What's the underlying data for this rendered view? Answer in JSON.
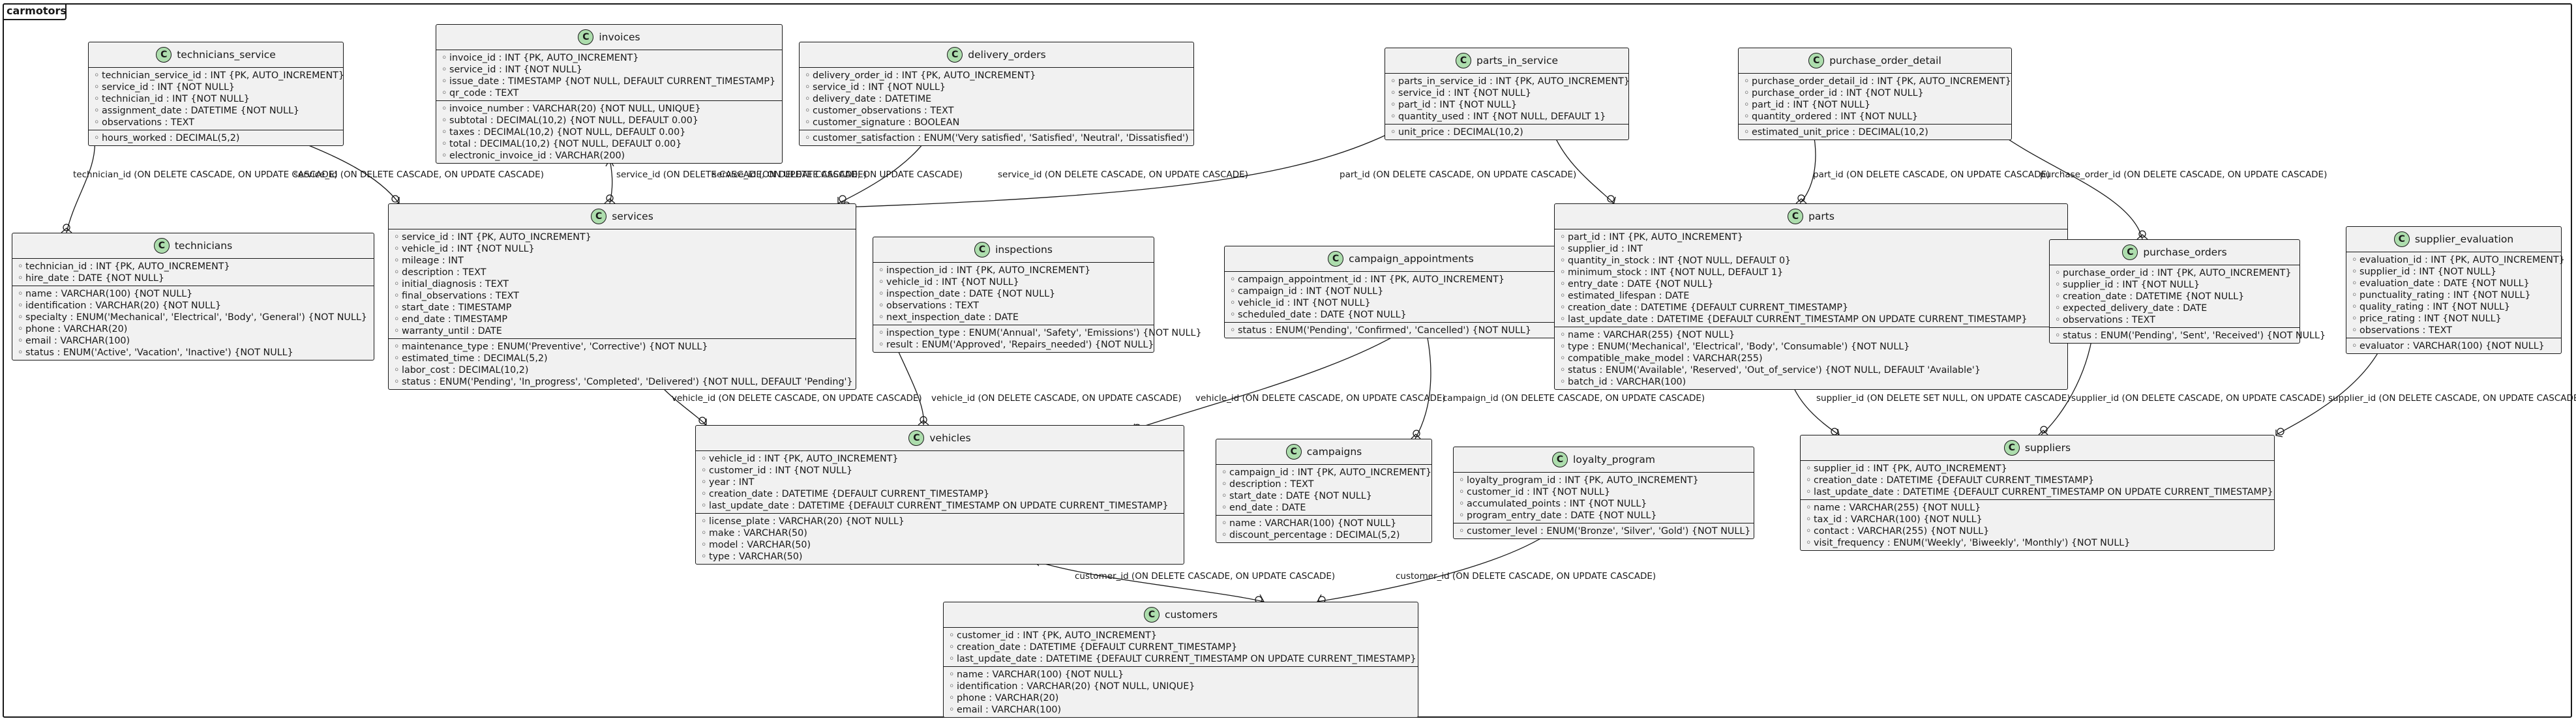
{
  "package": "carmotors",
  "entities": [
    {
      "id": "technicians_service",
      "name": "technicians_service",
      "attrs": [
        "technician_service_id : INT {PK, AUTO_INCREMENT}",
        "service_id : INT {NOT NULL}",
        "technician_id : INT {NOT NULL}",
        "assignment_date : DATETIME {NOT NULL}",
        "observations : TEXT"
      ],
      "extra": [
        "hours_worked : DECIMAL(5,2)"
      ]
    },
    {
      "id": "invoices",
      "name": "invoices",
      "attrs": [
        "invoice_id : INT {PK, AUTO_INCREMENT}",
        "service_id : INT {NOT NULL}",
        "issue_date : TIMESTAMP {NOT NULL, DEFAULT CURRENT_TIMESTAMP}",
        "qr_code : TEXT"
      ],
      "extra": [
        "invoice_number : VARCHAR(20) {NOT NULL, UNIQUE}",
        "subtotal : DECIMAL(10,2) {NOT NULL, DEFAULT 0.00}",
        "taxes : DECIMAL(10,2) {NOT NULL, DEFAULT 0.00}",
        "total : DECIMAL(10,2) {NOT NULL, DEFAULT 0.00}",
        "electronic_invoice_id : VARCHAR(200)"
      ]
    },
    {
      "id": "delivery_orders",
      "name": "delivery_orders",
      "attrs": [
        "delivery_order_id : INT {PK, AUTO_INCREMENT}",
        "service_id : INT {NOT NULL}",
        "delivery_date : DATETIME",
        "customer_observations : TEXT",
        "customer_signature : BOOLEAN"
      ],
      "extra": [
        "customer_satisfaction : ENUM('Very satisfied', 'Satisfied', 'Neutral', 'Dissatisfied')"
      ]
    },
    {
      "id": "parts_in_service",
      "name": "parts_in_service",
      "attrs": [
        "parts_in_service_id : INT {PK, AUTO_INCREMENT}",
        "service_id : INT {NOT NULL}",
        "part_id : INT {NOT NULL}",
        "quantity_used : INT {NOT NULL, DEFAULT 1}"
      ],
      "extra": [
        "unit_price : DECIMAL(10,2)"
      ]
    },
    {
      "id": "purchase_order_detail",
      "name": "purchase_order_detail",
      "attrs": [
        "purchase_order_detail_id : INT {PK, AUTO_INCREMENT}",
        "purchase_order_id : INT {NOT NULL}",
        "part_id : INT {NOT NULL}",
        "quantity_ordered : INT {NOT NULL}"
      ],
      "extra": [
        "estimated_unit_price : DECIMAL(10,2)"
      ]
    },
    {
      "id": "technicians",
      "name": "technicians",
      "attrs": [
        "technician_id : INT {PK, AUTO_INCREMENT}",
        "hire_date : DATE {NOT NULL}"
      ],
      "extra": [
        "name : VARCHAR(100) {NOT NULL}",
        "identification : VARCHAR(20) {NOT NULL}",
        "specialty : ENUM('Mechanical', 'Electrical', 'Body', 'General') {NOT NULL}",
        "phone : VARCHAR(20)",
        "email : VARCHAR(100)",
        "status : ENUM('Active', 'Vacation', 'Inactive') {NOT NULL}"
      ]
    },
    {
      "id": "services",
      "name": "services",
      "attrs": [
        "service_id : INT {PK, AUTO_INCREMENT}",
        "vehicle_id : INT {NOT NULL}",
        "mileage : INT",
        "description : TEXT",
        "initial_diagnosis : TEXT",
        "final_observations : TEXT",
        "start_date : TIMESTAMP",
        "end_date : TIMESTAMP",
        "warranty_until : DATE"
      ],
      "extra": [
        "maintenance_type : ENUM('Preventive', 'Corrective') {NOT NULL}",
        "estimated_time : DECIMAL(5,2)",
        "labor_cost : DECIMAL(10,2)",
        "status : ENUM('Pending', 'In_progress', 'Completed', 'Delivered') {NOT NULL, DEFAULT 'Pending'}"
      ]
    },
    {
      "id": "inspections",
      "name": "inspections",
      "attrs": [
        "inspection_id : INT {PK, AUTO_INCREMENT}",
        "vehicle_id : INT {NOT NULL}",
        "inspection_date : DATE {NOT NULL}",
        "observations : TEXT",
        "next_inspection_date : DATE"
      ],
      "extra": [
        "inspection_type : ENUM('Annual', 'Safety', 'Emissions') {NOT NULL}",
        "result : ENUM('Approved', 'Repairs_needed') {NOT NULL}"
      ]
    },
    {
      "id": "campaign_appointments",
      "name": "campaign_appointments",
      "attrs": [
        "campaign_appointment_id : INT {PK, AUTO_INCREMENT}",
        "campaign_id : INT {NOT NULL}",
        "vehicle_id : INT {NOT NULL}",
        "scheduled_date : DATE {NOT NULL}"
      ],
      "extra": [
        "status : ENUM('Pending', 'Confirmed', 'Cancelled') {NOT NULL}"
      ]
    },
    {
      "id": "parts",
      "name": "parts",
      "attrs": [
        "part_id : INT {PK, AUTO_INCREMENT}",
        "supplier_id : INT",
        "quantity_in_stock : INT {NOT NULL, DEFAULT 0}",
        "minimum_stock : INT {NOT NULL, DEFAULT 1}",
        "entry_date : DATE {NOT NULL}",
        "estimated_lifespan : DATE",
        "creation_date : DATETIME {DEFAULT CURRENT_TIMESTAMP}",
        "last_update_date : DATETIME {DEFAULT CURRENT_TIMESTAMP ON UPDATE CURRENT_TIMESTAMP}"
      ],
      "extra": [
        "name : VARCHAR(255) {NOT NULL}",
        "type : ENUM('Mechanical', 'Electrical', 'Body', 'Consumable') {NOT NULL}",
        "compatible_make_model : VARCHAR(255)",
        "status : ENUM('Available', 'Reserved', 'Out_of_service') {NOT NULL, DEFAULT 'Available'}",
        "batch_id : VARCHAR(100)"
      ]
    },
    {
      "id": "purchase_orders",
      "name": "purchase_orders",
      "attrs": [
        "purchase_order_id : INT {PK, AUTO_INCREMENT}",
        "supplier_id : INT {NOT NULL}",
        "creation_date : DATETIME {NOT NULL}",
        "expected_delivery_date : DATE",
        "observations : TEXT"
      ],
      "extra": [
        "status : ENUM('Pending', 'Sent', 'Received') {NOT NULL}"
      ]
    },
    {
      "id": "supplier_evaluation",
      "name": "supplier_evaluation",
      "attrs": [
        "evaluation_id : INT {PK, AUTO_INCREMENT}",
        "supplier_id : INT {NOT NULL}",
        "evaluation_date : DATE {NOT NULL}",
        "punctuality_rating : INT {NOT NULL}",
        "quality_rating : INT {NOT NULL}",
        "price_rating : INT {NOT NULL}",
        "observations : TEXT"
      ],
      "extra": [
        "evaluator : VARCHAR(100) {NOT NULL}"
      ]
    },
    {
      "id": "vehicles",
      "name": "vehicles",
      "attrs": [
        "vehicle_id : INT {PK, AUTO_INCREMENT}",
        "customer_id : INT {NOT NULL}",
        "year : INT",
        "creation_date : DATETIME {DEFAULT CURRENT_TIMESTAMP}",
        "last_update_date : DATETIME {DEFAULT CURRENT_TIMESTAMP ON UPDATE CURRENT_TIMESTAMP}"
      ],
      "extra": [
        "license_plate : VARCHAR(20) {NOT NULL}",
        "make : VARCHAR(50)",
        "model : VARCHAR(50)",
        "type : VARCHAR(50)"
      ]
    },
    {
      "id": "campaigns",
      "name": "campaigns",
      "attrs": [
        "campaign_id : INT {PK, AUTO_INCREMENT}",
        "description : TEXT",
        "start_date : DATE {NOT NULL}",
        "end_date : DATE"
      ],
      "extra": [
        "name : VARCHAR(100) {NOT NULL}",
        "discount_percentage : DECIMAL(5,2)"
      ]
    },
    {
      "id": "loyalty_program",
      "name": "loyalty_program",
      "attrs": [
        "loyalty_program_id : INT {PK, AUTO_INCREMENT}",
        "customer_id : INT {NOT NULL}",
        "accumulated_points : INT {NOT NULL}",
        "program_entry_date : DATE {NOT NULL}"
      ],
      "extra": [
        "customer_level : ENUM('Bronze', 'Silver', 'Gold') {NOT NULL}"
      ]
    },
    {
      "id": "suppliers",
      "name": "suppliers",
      "attrs": [
        "supplier_id : INT {PK, AUTO_INCREMENT}",
        "creation_date : DATETIME {DEFAULT CURRENT_TIMESTAMP}",
        "last_update_date : DATETIME {DEFAULT CURRENT_TIMESTAMP ON UPDATE CURRENT_TIMESTAMP}"
      ],
      "extra": [
        "name : VARCHAR(255) {NOT NULL}",
        "tax_id : VARCHAR(100) {NOT NULL}",
        "contact : VARCHAR(255) {NOT NULL}",
        "visit_frequency : ENUM('Weekly', 'Biweekly', 'Monthly') {NOT NULL}"
      ]
    },
    {
      "id": "customers",
      "name": "customers",
      "attrs": [
        "customer_id : INT {PK, AUTO_INCREMENT}",
        "creation_date : DATETIME {DEFAULT CURRENT_TIMESTAMP}",
        "last_update_date : DATETIME {DEFAULT CURRENT_TIMESTAMP ON UPDATE CURRENT_TIMESTAMP}"
      ],
      "extra": [
        "name : VARCHAR(100) {NOT NULL}",
        "identification : VARCHAR(20) {NOT NULL, UNIQUE}",
        "phone : VARCHAR(20)",
        "email : VARCHAR(100)"
      ]
    }
  ],
  "relations": [
    {
      "id": "r1",
      "label": "technician_id (ON DELETE CASCADE, ON UPDATE CASCADE)"
    },
    {
      "id": "r2",
      "label": "service_id (ON DELETE CASCADE, ON UPDATE CASCADE)"
    },
    {
      "id": "r3",
      "label": "service_id (ON DELETE CASCADE, ON UPDATE CASCADE)"
    },
    {
      "id": "r4",
      "label": "service_id (ON DELETE CASCADE, ON UPDATE CASCADE)"
    },
    {
      "id": "r5",
      "label": "service_id (ON DELETE CASCADE, ON UPDATE CASCADE)"
    },
    {
      "id": "r6",
      "label": "part_id (ON DELETE CASCADE, ON UPDATE CASCADE)"
    },
    {
      "id": "r7",
      "label": "part_id (ON DELETE CASCADE, ON UPDATE CASCADE)"
    },
    {
      "id": "r8",
      "label": "purchase_order_id (ON DELETE CASCADE, ON UPDATE CASCADE)"
    },
    {
      "id": "r9",
      "label": "vehicle_id (ON DELETE CASCADE, ON UPDATE CASCADE)"
    },
    {
      "id": "r10",
      "label": "vehicle_id (ON DELETE CASCADE, ON UPDATE CASCADE)"
    },
    {
      "id": "r11",
      "label": "vehicle_id (ON DELETE CASCADE, ON UPDATE CASCADE)"
    },
    {
      "id": "r12",
      "label": "campaign_id (ON DELETE CASCADE, ON UPDATE CASCADE)"
    },
    {
      "id": "r13",
      "label": "supplier_id (ON DELETE SET NULL, ON UPDATE CASCADE)"
    },
    {
      "id": "r14",
      "label": "supplier_id (ON DELETE CASCADE, ON UPDATE CASCADE)"
    },
    {
      "id": "r15",
      "label": "supplier_id (ON DELETE CASCADE, ON UPDATE CASCADE)"
    },
    {
      "id": "r16",
      "label": "customer_id (ON DELETE CASCADE, ON UPDATE CASCADE)"
    },
    {
      "id": "r17",
      "label": "customer_id (ON DELETE CASCADE, ON UPDATE CASCADE)"
    }
  ]
}
